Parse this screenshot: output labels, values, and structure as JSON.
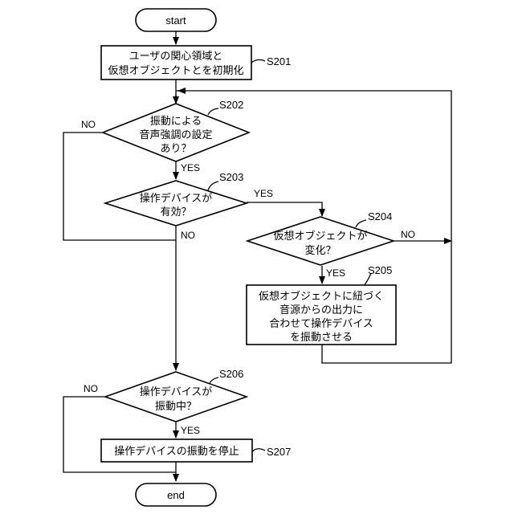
{
  "terminals": {
    "start": "start",
    "end": "end"
  },
  "steps": {
    "s201": {
      "id": "S201",
      "lines": [
        "ユーザの関心領域と",
        "仮想オブジェクトとを初期化"
      ]
    },
    "s202": {
      "id": "S202",
      "lines": [
        "振動による",
        "音声強調の設定",
        "あり？"
      ]
    },
    "s203": {
      "id": "S203",
      "lines": [
        "操作デバイスが",
        "有効？"
      ]
    },
    "s204": {
      "id": "S204",
      "lines": [
        "仮想オブジェクトが",
        "変化？"
      ]
    },
    "s205": {
      "id": "S205",
      "lines": [
        "仮想オブジェクトに紐づく",
        "音源からの出力に",
        "合わせて操作デバイス",
        "を振動させる"
      ]
    },
    "s206": {
      "id": "S206",
      "lines": [
        "操作デバイスが",
        "振動中？"
      ]
    },
    "s207": {
      "id": "S207",
      "lines": [
        "操作デバイスの振動を停止"
      ]
    }
  },
  "branch_labels": {
    "yes": "YES",
    "no": "NO"
  }
}
